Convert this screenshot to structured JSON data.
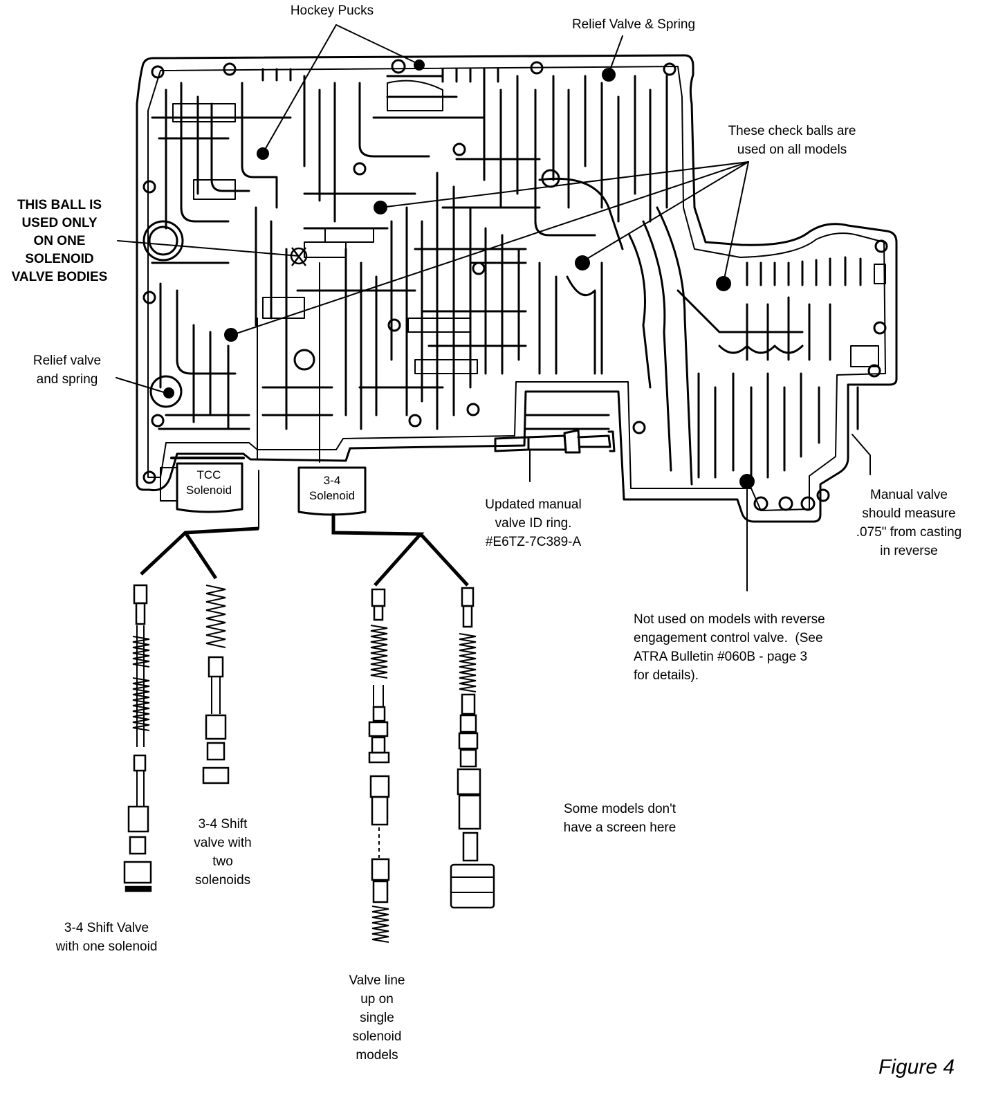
{
  "labels": {
    "hockey_pucks": "Hockey Pucks",
    "relief_valve_spring_top": "Relief Valve & Spring",
    "check_balls": "These check balls are\nused on all models",
    "this_ball": "THIS BALL IS\nUSED ONLY\nON ONE\nSOLENOID\nVALVE BODIES",
    "relief_valve_left": "Relief valve\nand spring",
    "tcc_solenoid": "TCC\nSolenoid",
    "solenoid_34": "3-4\nSolenoid",
    "manual_valve_id": "Updated manual\nvalve ID ring.\n#E6TZ-7C389-A",
    "manual_valve_measure": "Manual valve\nshould measure\n.075\" from casting\nin reverse",
    "not_used": "Not used on models with reverse\nengagement control valve.  (See\nATRA Bulletin #060B - page 3\nfor details).",
    "some_models": "Some models don't\nhave a screen here",
    "shift_two": "3-4 Shift\nvalve with\ntwo\nsolenoids",
    "shift_one": "3-4 Shift Valve\nwith one solenoid",
    "valve_lineup": "Valve line\nup on\nsingle\nsolenoid\nmodels"
  },
  "figure_label": "Figure 4"
}
